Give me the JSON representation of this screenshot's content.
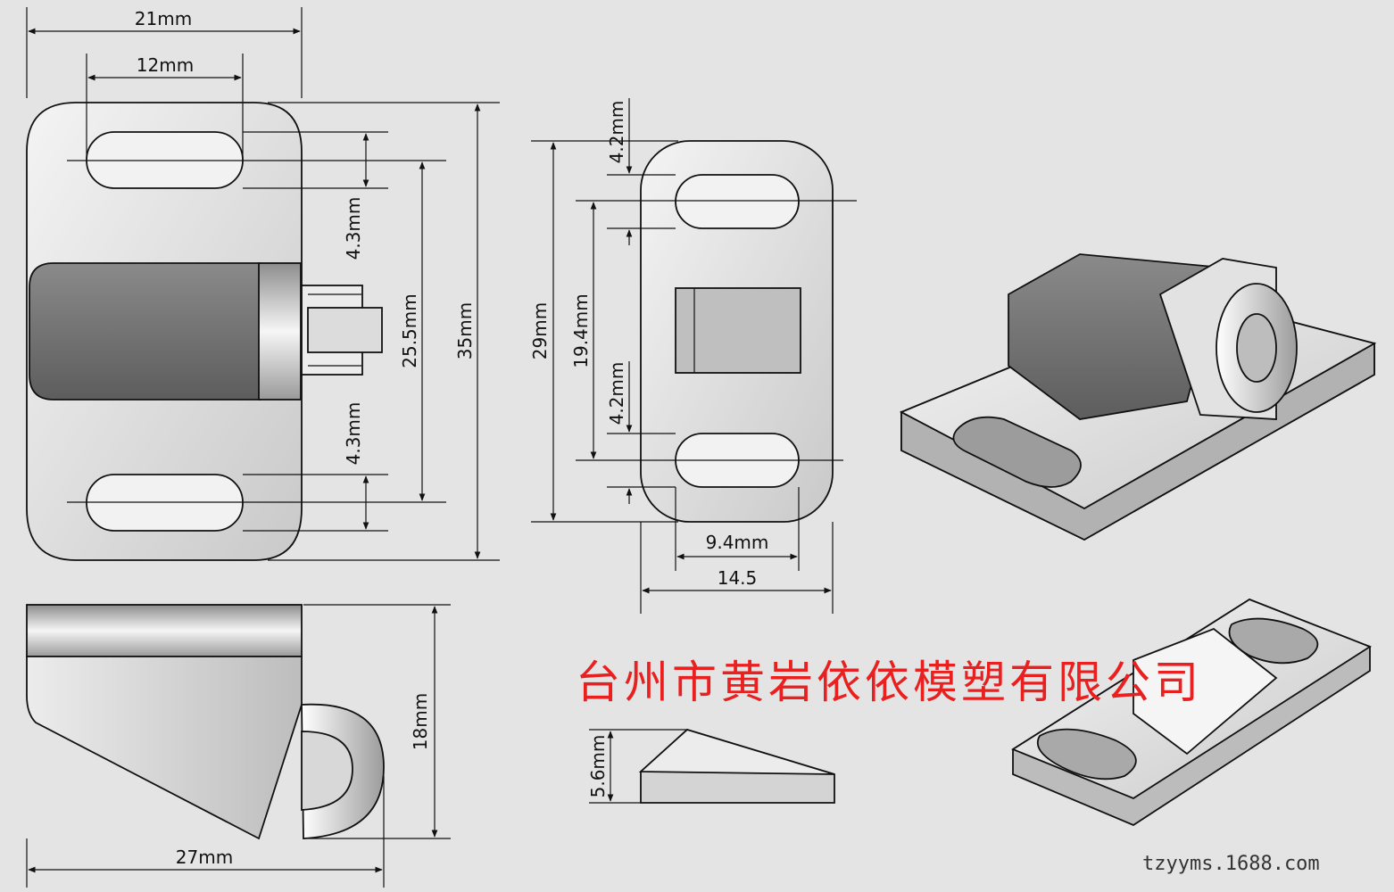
{
  "dimensions": {
    "overall_width": "21mm",
    "slot_length": "12mm",
    "slot_width_top": "4.3mm",
    "slot_width_bottom": "4.3mm",
    "slot_center_spacing": "25.5mm",
    "overall_height": "35mm",
    "plate_height": "29mm",
    "plate_slot_spacing": "19.4mm",
    "plate_slot_top": "4.2mm",
    "plate_slot_bottom": "4.2mm",
    "plate_slot_length": "9.4mm",
    "plate_width": "14.5",
    "side_height": "18mm",
    "side_length": "27mm",
    "wedge_height": "5.6mm"
  },
  "company": "台州市黄岩依依模塑有限公司",
  "website": "tzyyms.1688.com",
  "colors": {
    "company_text": "#e8201f",
    "part_fill": "#d9d9d9",
    "part_dark": "#7a7a7a"
  }
}
